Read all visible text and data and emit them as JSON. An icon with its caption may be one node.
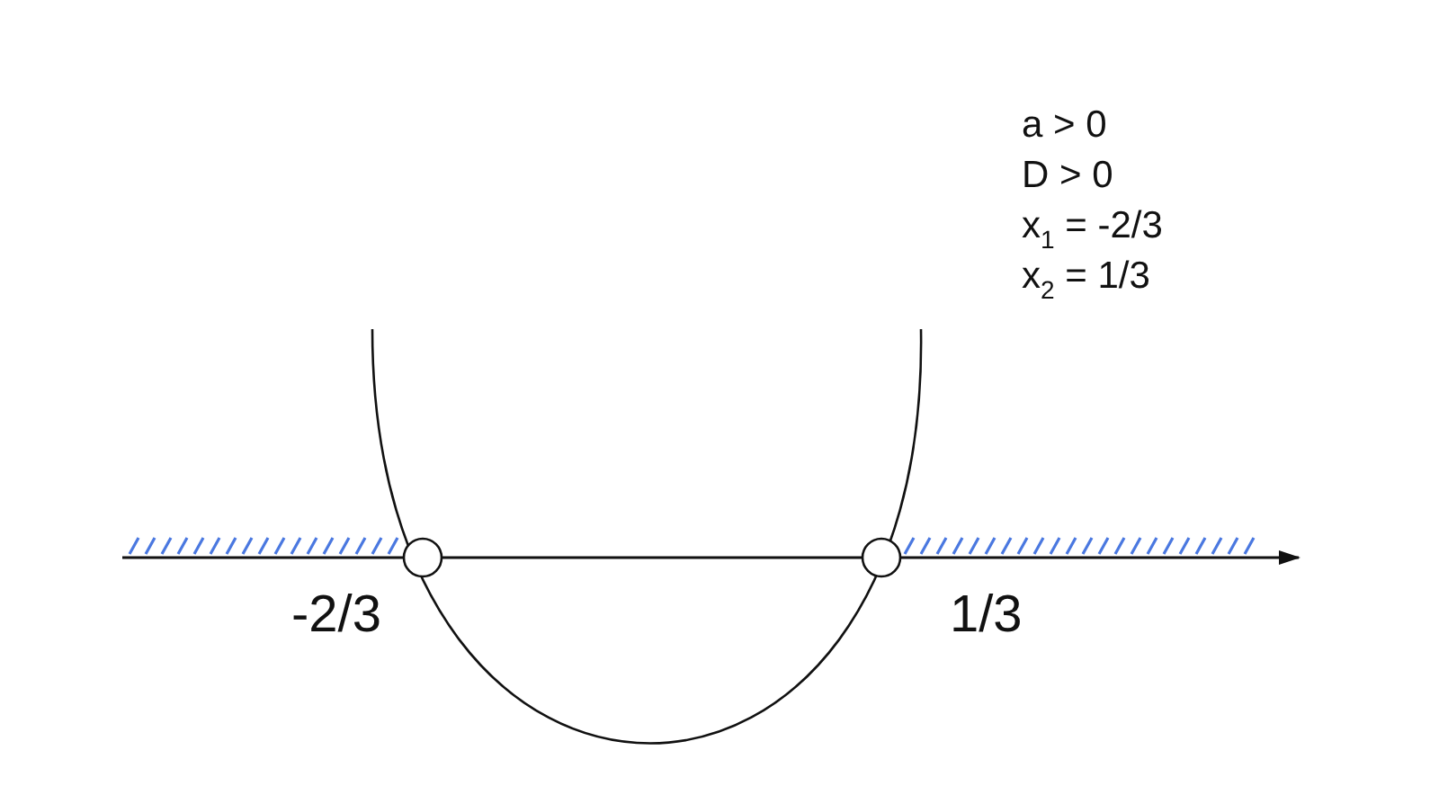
{
  "diagram": {
    "labels": [
      "a > 0",
      "D > 0",
      "x$_{1}$ = -2/3",
      "x$_{2}$ = 1/3",
      "-2/3",
      "1/3"
    ]
  }
}
